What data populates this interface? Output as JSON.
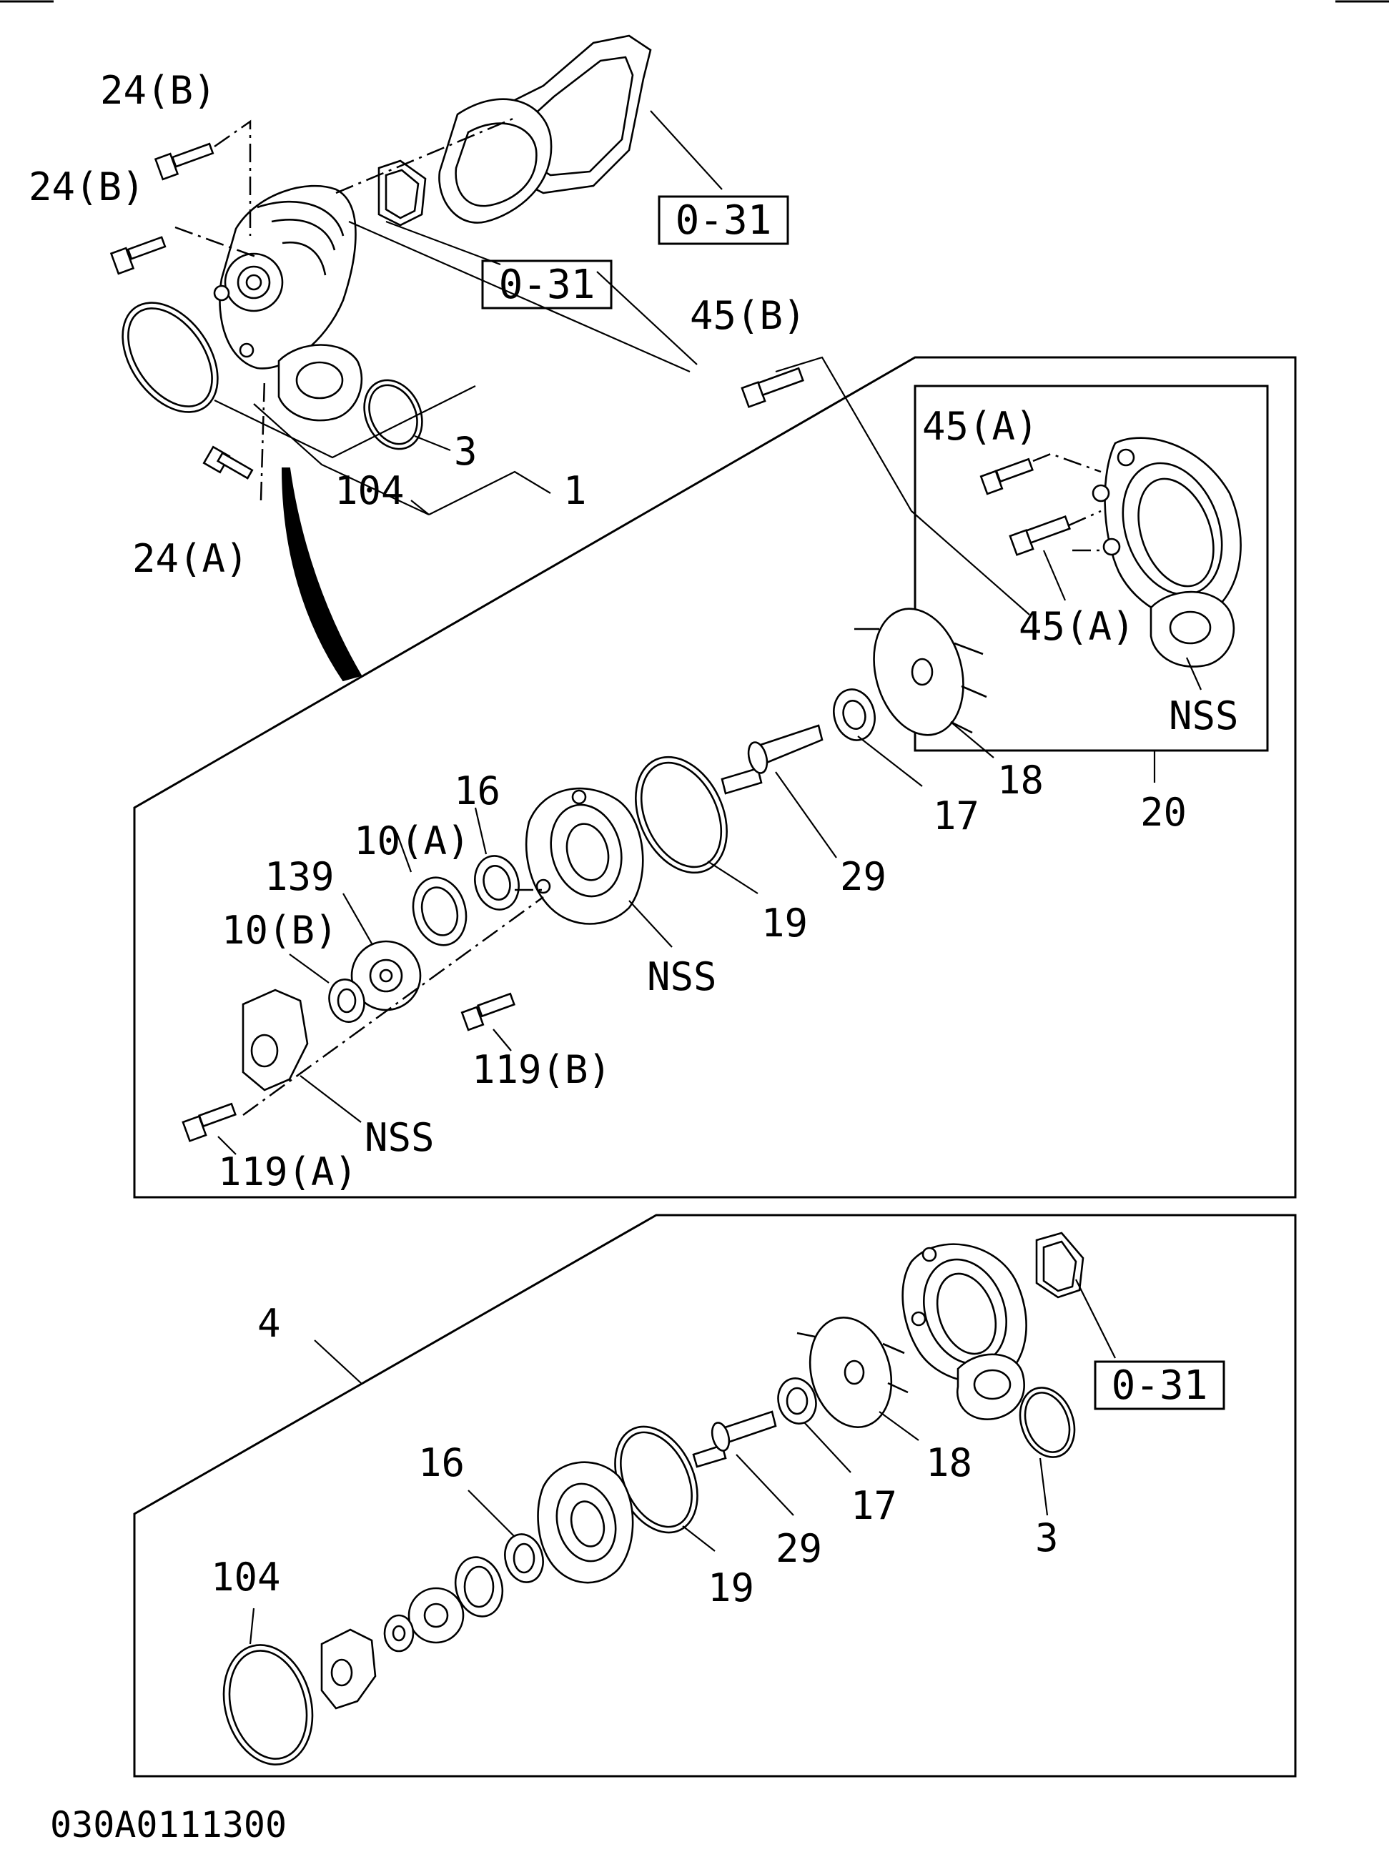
{
  "diagram_id": "030A0111300",
  "ref_box_label": "0-31",
  "labels": {
    "bolt_24b": "24(B)",
    "bolt_24a": "24(A)",
    "bolt_45b": "45(B)",
    "bolt_45a": "45(A)",
    "oring_3": "3",
    "seal_104": "104",
    "pump_assy_1": "1",
    "pump_assy_4": "4",
    "bearing_16": "16",
    "bearing_10a": "10(A)",
    "bearing_10b": "10(B)",
    "gear_139": "139",
    "bolt_119a": "119(A)",
    "bolt_119b": "119(B)",
    "shaft_29": "29",
    "seal_17": "17",
    "impeller_18": "18",
    "oring_19": "19",
    "housing_20": "20",
    "nss": "NSS"
  }
}
